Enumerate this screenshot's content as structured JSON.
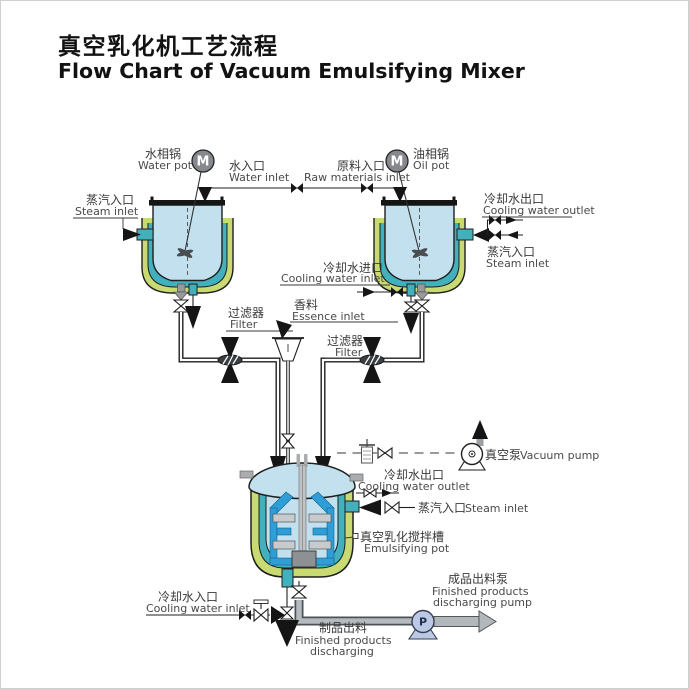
{
  "title": {
    "zh": "真空乳化机工艺流程",
    "en": "Flow Chart of Vacuum Emulsifying Mixer"
  },
  "colors": {
    "jacket_olive": "#c9da73",
    "wall_teal": "#43b1bd",
    "liquid_blue": "#c3e0ef",
    "agitator_blue": "#2f9ed6",
    "steel_gray": "#b2b7bc",
    "pump_blue": "#bcc9e6",
    "line_black": "#1f1f1f"
  },
  "labels": {
    "water_pot": {
      "zh": "水相锅",
      "en": "Water pot"
    },
    "oil_pot": {
      "zh": "油相锅",
      "en": "Oil pot"
    },
    "water_inlet": {
      "zh": "水入口",
      "en": "Water inlet"
    },
    "raw_materials_inlet": {
      "zh": "原料入口",
      "en": "Raw materials inlet"
    },
    "steam_inlet_water_pot": {
      "zh": "蒸汽入口",
      "en": "Steam inlet"
    },
    "cooling_water_outlet_oil_pot": {
      "zh": "冷却水出口",
      "en": "Cooling water outlet"
    },
    "steam_inlet_oil_pot": {
      "zh": "蒸汽入口",
      "en": "Steam inlet"
    },
    "cooling_water_inlet_oil_pot": {
      "zh": "冷却水进口",
      "en": "Cooling water inlet"
    },
    "filter_left": {
      "zh": "过滤器",
      "en": "Filter"
    },
    "filter_right": {
      "zh": "过滤器",
      "en": "Filter"
    },
    "essence_inlet": {
      "zh": "香料",
      "en": "Essence inlet"
    },
    "vacuum_pump": {
      "zh": "真空泵",
      "en": "Vacuum pump"
    },
    "cooling_water_outlet_pot": {
      "zh": "冷却水出口",
      "en": "Cooling water outlet"
    },
    "steam_inlet_pot": {
      "zh": "蒸汽入口",
      "en": "Steam inlet"
    },
    "emulsifying_pot": {
      "zh": "真空乳化搅拌槽",
      "en": "Emulsifying pot"
    },
    "cooling_water_inlet_pot": {
      "zh": "冷却水入口",
      "en": "Cooling water inlet"
    },
    "finished_discharging": {
      "zh": "制品出料",
      "en_line1": "Finished products",
      "en_line2": "discharging"
    },
    "discharging_pump": {
      "zh": "成品出料泵",
      "en_line1": "Finished products",
      "en_line2": "discharging pump"
    },
    "motor": "M",
    "pump": "P"
  }
}
